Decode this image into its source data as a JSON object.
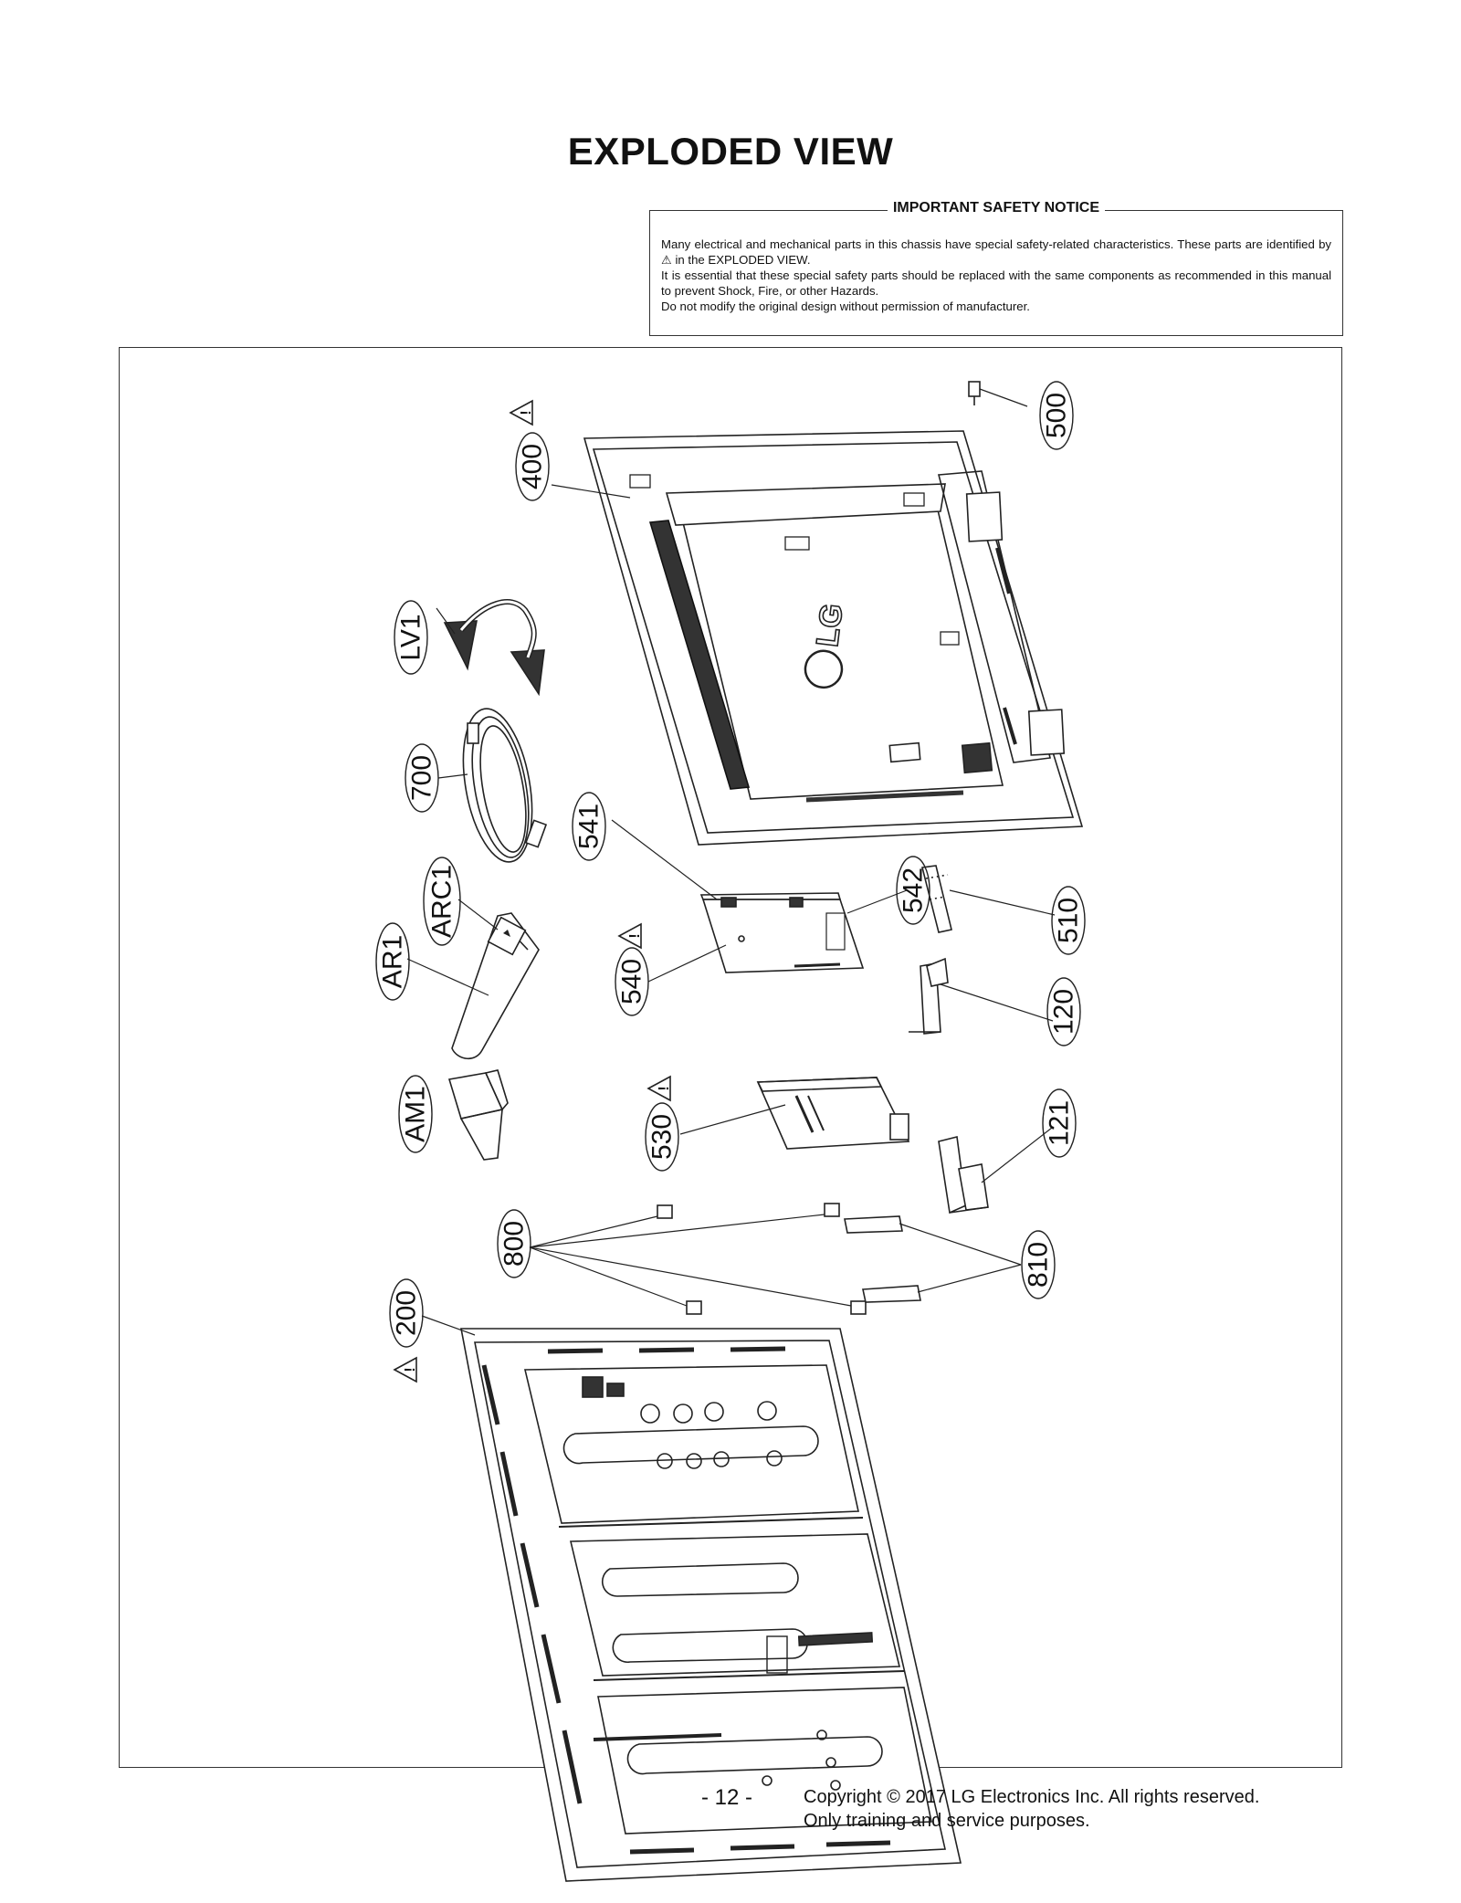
{
  "page": {
    "title": "EXPLODED VIEW",
    "page_number": "- 12 -",
    "copyright_line1": "Copyright © 2017 LG Electronics Inc. All rights reserved.",
    "copyright_line2": "Only training and service purposes."
  },
  "safety_notice": {
    "heading": "IMPORTANT SAFETY NOTICE",
    "line1": "Many electrical and mechanical parts in this chassis have special safety-related characteristics. These parts are identified by ⚠ in the EXPLODED VIEW.",
    "line2": "It is essential that these special safety parts should be replaced with the same components as recommended in this manual to prevent Shock, Fire, or other Hazards.",
    "line3": "Do not modify the original design without permission of manufacturer."
  },
  "diagram": {
    "brand_logo": "LG",
    "part_labels": {
      "p500": "500",
      "p400": "400",
      "pLV1": "LV1",
      "p700": "700",
      "p541": "541",
      "p542": "542",
      "p510": "510",
      "pARC1": "ARC1",
      "pAR1": "AR1",
      "p540": "540",
      "p120": "120",
      "pAM1": "AM1",
      "p530": "530",
      "p121": "121",
      "p800": "800",
      "p810": "810",
      "p200": "200"
    },
    "safety_marked_parts": [
      "400",
      "540",
      "530",
      "200"
    ]
  }
}
